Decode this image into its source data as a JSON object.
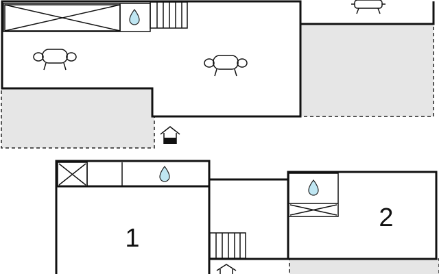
{
  "floorplan": {
    "rooms": [
      {
        "id": "room-1",
        "label": "1"
      },
      {
        "id": "room-2",
        "label": "2"
      }
    ],
    "icons": [
      "armchair-icon",
      "sink-drop-icon",
      "cooker-icon",
      "entrance-icon",
      "table-chair-icon",
      "stairs-icon"
    ],
    "colors": {
      "wall": "#111111",
      "terrace": "#e6e6e6",
      "water": "#bfe6f2",
      "background": "#ffffff"
    }
  }
}
